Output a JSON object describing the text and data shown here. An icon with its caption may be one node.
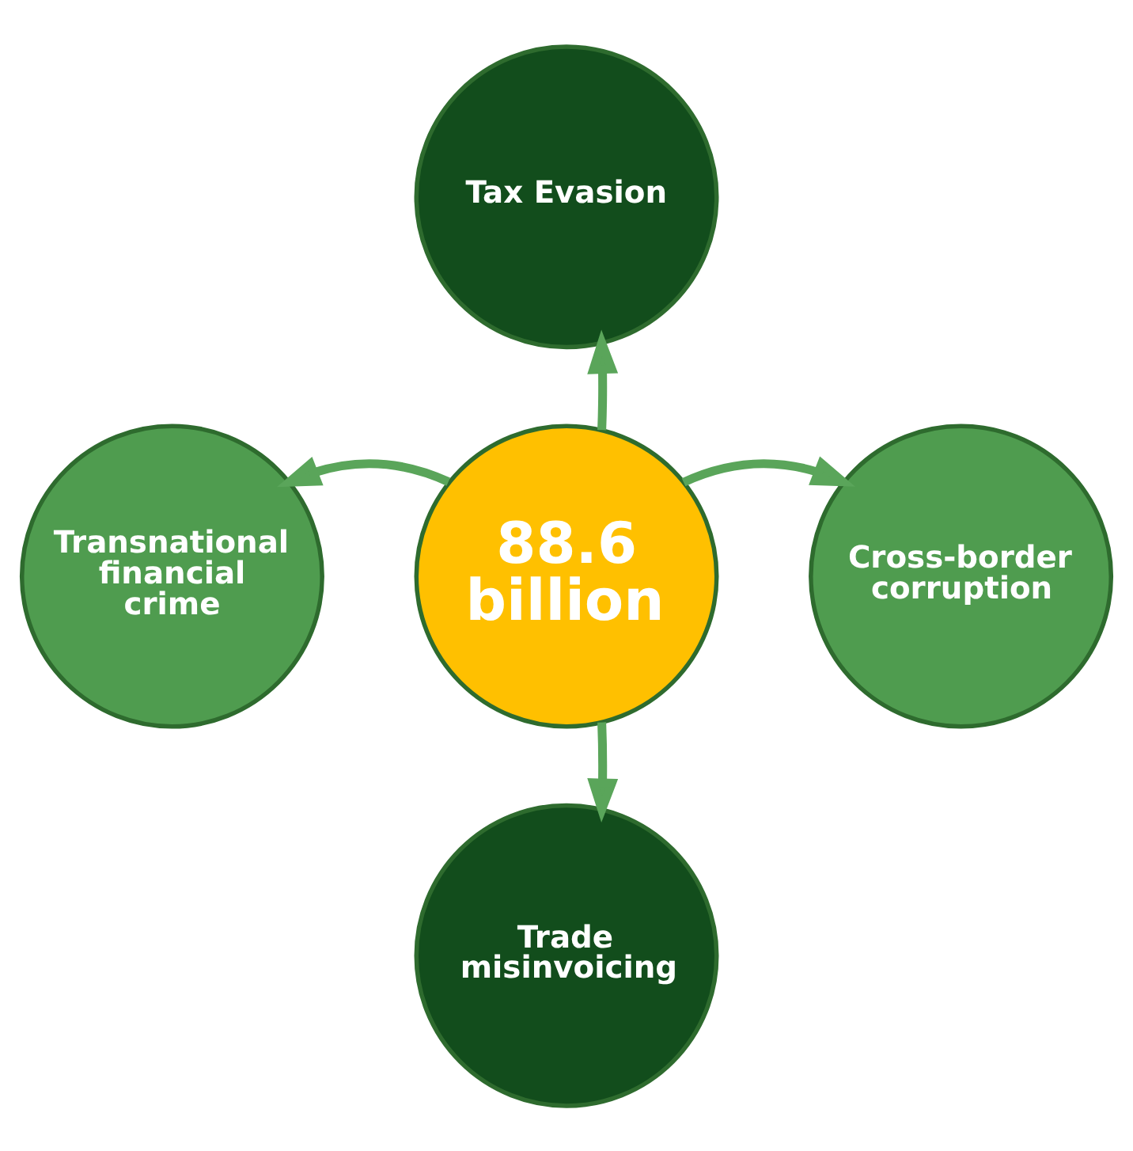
{
  "diagram": {
    "nodes": [
      {
        "text": [
          "Tax Evasion"
        ]
      },
      {
        "text": [
          "Transnational financial crime"
        ]
      },
      {
        "text": [
          "88.6 billion"
        ]
      },
      {
        "text": [
          "Cross-border corruption"
        ]
      },
      {
        "text": [
          "Trade misinvoicing"
        ]
      }
    ],
    "edges": [
      {
        "from": 2,
        "to": 0,
        "arrow": "to"
      },
      {
        "from": 2,
        "to": 1,
        "arrow": "to"
      },
      {
        "from": 2,
        "to": 3,
        "arrow": "to"
      },
      {
        "from": 2,
        "to": 4,
        "arrow": "to"
      }
    ]
  }
}
